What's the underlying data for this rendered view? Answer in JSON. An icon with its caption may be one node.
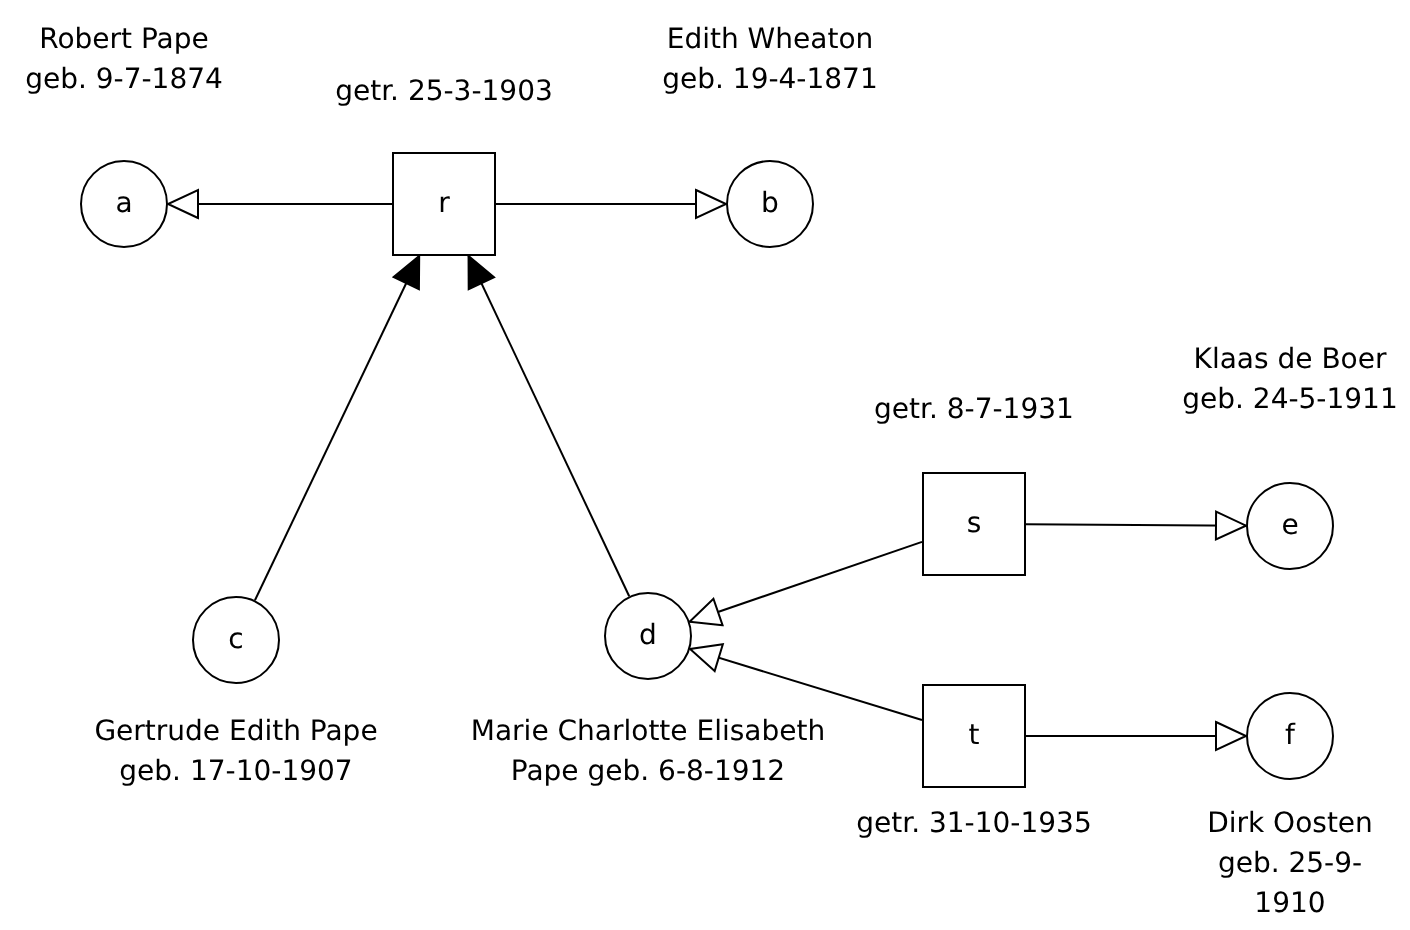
{
  "diagram": {
    "nodes": [
      {
        "text": [
          "a"
        ],
        "beside": [
          "Robert Pape geb. 9-7-1874"
        ]
      },
      {
        "text": [
          "r"
        ],
        "beside": [
          "getr. 25-3-1903"
        ]
      },
      {
        "text": [
          "b"
        ],
        "beside": [
          "Edith Wheaton geb. 19-4-1871"
        ]
      },
      {
        "text": [
          "s"
        ],
        "beside": [
          "getr. 8-7-1931"
        ]
      },
      {
        "text": [
          "e"
        ],
        "beside": [
          "Klaas de Boer geb. 24-5-1911"
        ]
      },
      {
        "text": [
          "c"
        ],
        "beside": [
          "Gertrude Edith Pape geb. 17-10-1907"
        ]
      },
      {
        "text": [
          "d"
        ],
        "beside": [
          "Marie Charlotte Elisabeth Pape geb. 6-8-1912"
        ]
      },
      {
        "text": [
          "t"
        ],
        "beside": [
          "getr. 31-10-1935"
        ]
      },
      {
        "text": [
          "f"
        ],
        "beside": [
          "Dirk Oosten geb. 25-9-1910"
        ]
      }
    ],
    "edges": [
      {
        "from": 1,
        "to": 0,
        "arrow": "to"
      },
      {
        "from": 1,
        "to": 2,
        "arrow": "to"
      },
      {
        "from": 5,
        "to": 1,
        "arrow": "to"
      },
      {
        "from": 6,
        "to": 1,
        "arrow": "to"
      },
      {
        "from": 3,
        "to": 6,
        "arrow": "to"
      },
      {
        "from": 3,
        "to": 4,
        "arrow": "to"
      },
      {
        "from": 7,
        "to": 6,
        "arrow": "to"
      },
      {
        "from": 7,
        "to": 8,
        "arrow": "to"
      }
    ]
  }
}
